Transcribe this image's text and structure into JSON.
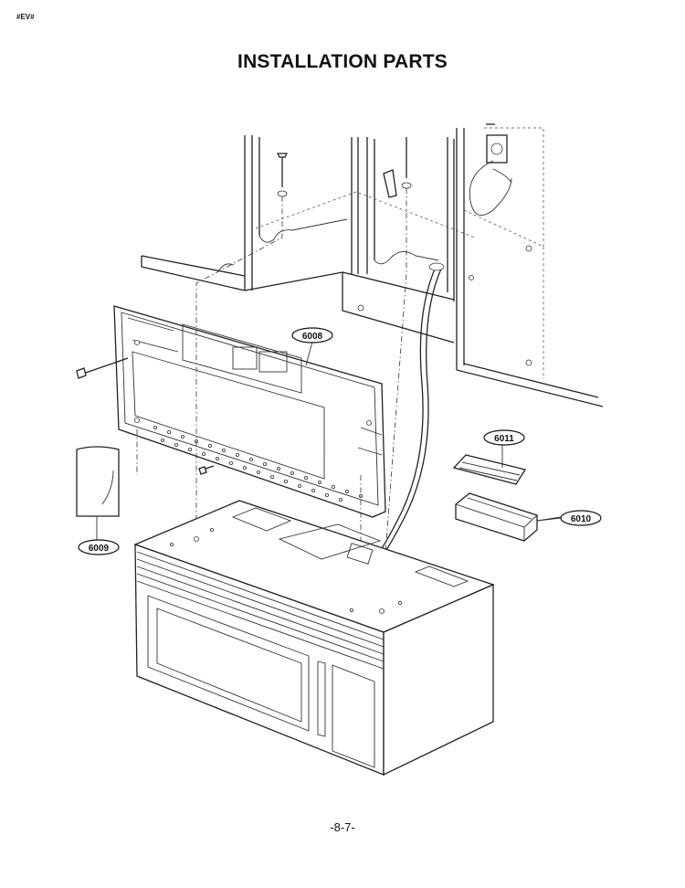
{
  "header": {
    "corner_tag": "#EV#",
    "title": "INSTALLATION PARTS"
  },
  "footer": {
    "page_number": "-8-7-"
  },
  "callouts": [
    {
      "id": "6008",
      "label": "6008"
    },
    {
      "id": "6009",
      "label": "6009"
    },
    {
      "id": "6010",
      "label": "6010"
    },
    {
      "id": "6011",
      "label": "6011"
    }
  ]
}
